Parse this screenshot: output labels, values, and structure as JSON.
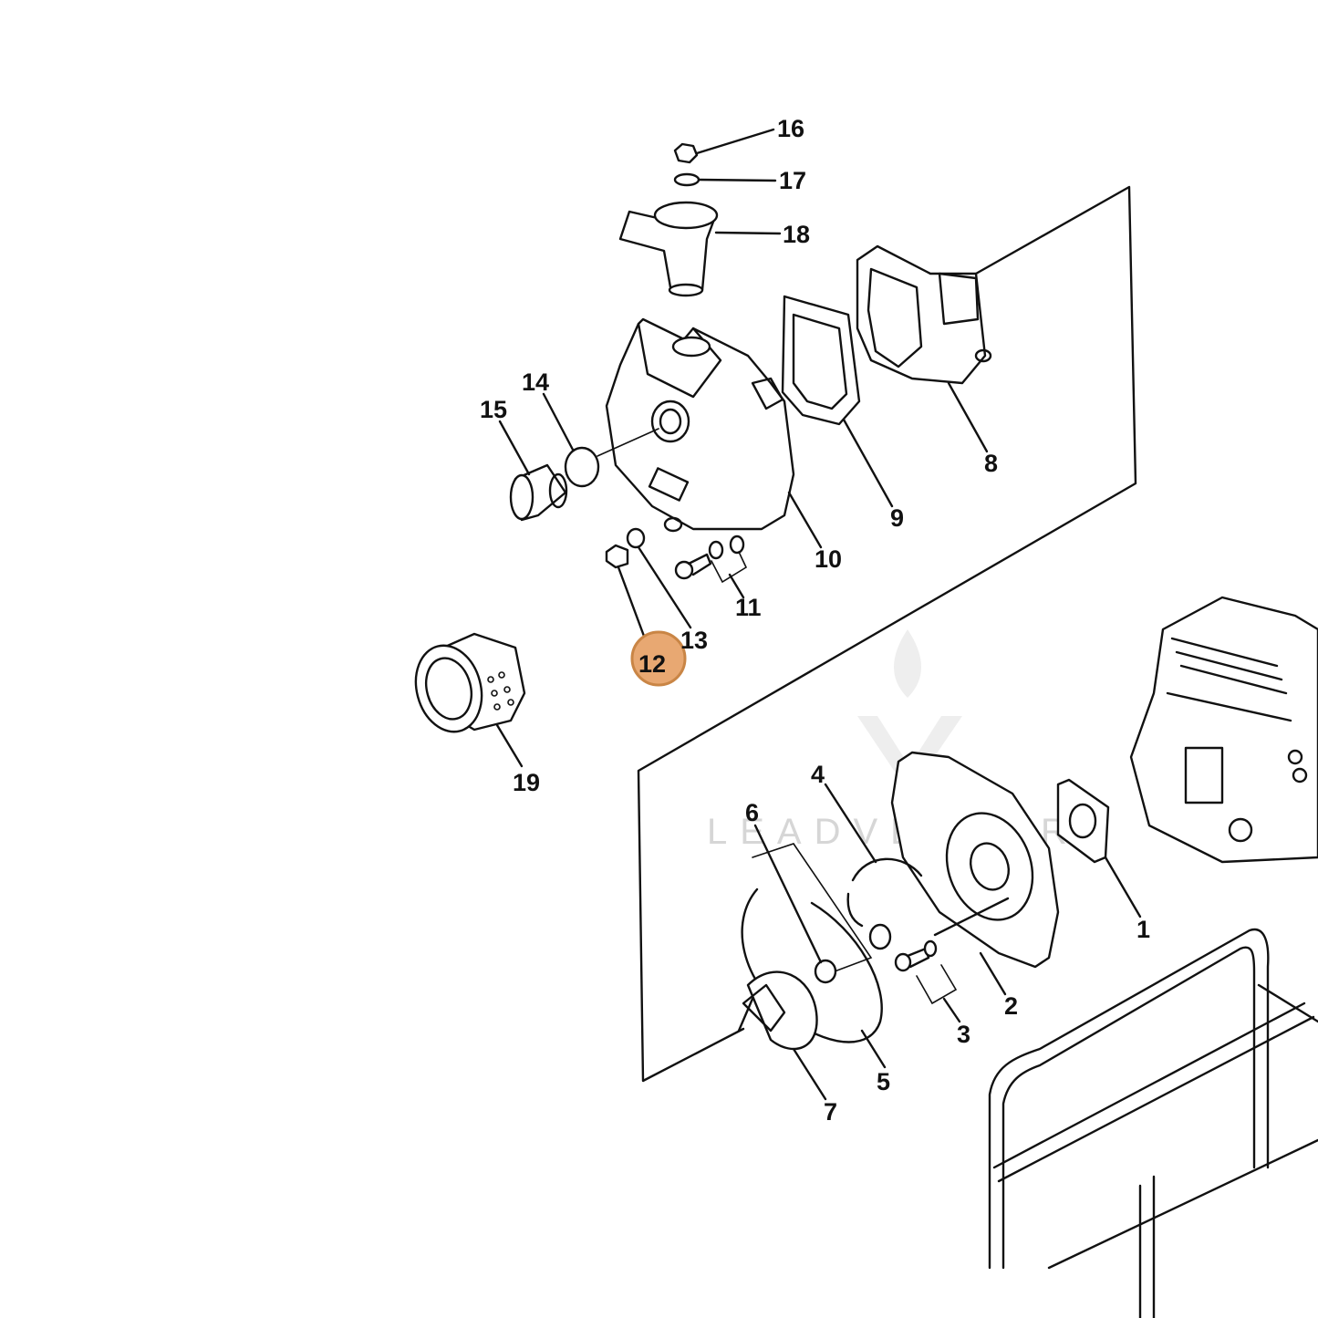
{
  "diagram": {
    "highlight_color": "#e8a872",
    "highlighted_part": "12",
    "watermark": "LEADVENTURE",
    "callouts": {
      "c1": "1",
      "c2": "2",
      "c3": "3",
      "c4": "4",
      "c5": "5",
      "c6": "6",
      "c7": "7",
      "c8": "8",
      "c9": "9",
      "c10": "10",
      "c11": "11",
      "c12": "12",
      "c13": "13",
      "c14": "14",
      "c15": "15",
      "c16": "16",
      "c17": "17",
      "c18": "18",
      "c19": "19"
    }
  }
}
